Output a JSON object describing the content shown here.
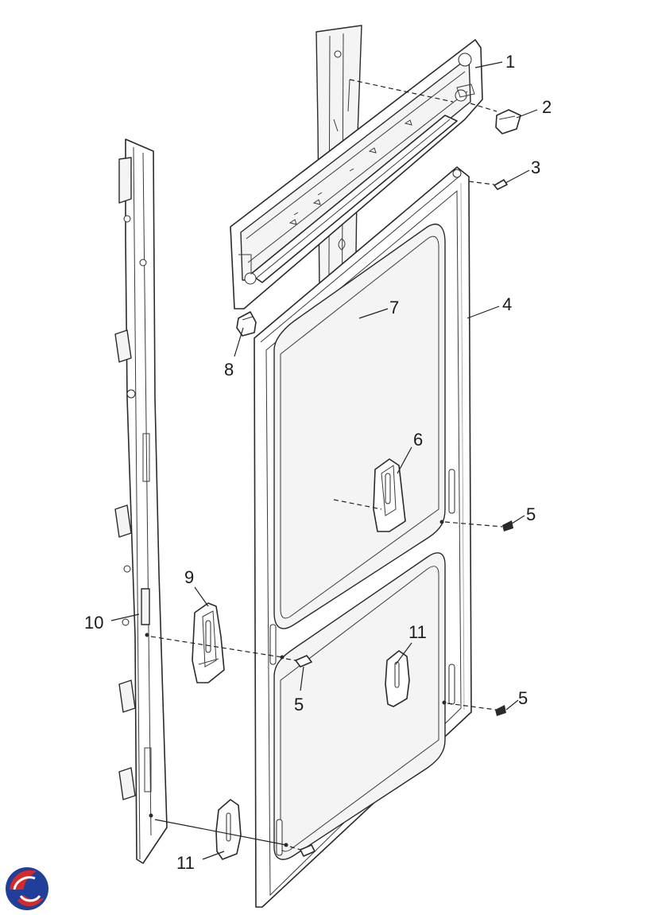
{
  "callouts": [
    {
      "id": "c1",
      "text": "1"
    },
    {
      "id": "c2",
      "text": "2"
    },
    {
      "id": "c3",
      "text": "3"
    },
    {
      "id": "c4",
      "text": "4"
    },
    {
      "id": "c5a",
      "text": "5"
    },
    {
      "id": "c5b",
      "text": "5"
    },
    {
      "id": "c5c",
      "text": "5"
    },
    {
      "id": "c6",
      "text": "6"
    },
    {
      "id": "c7",
      "text": "7"
    },
    {
      "id": "c8",
      "text": "8"
    },
    {
      "id": "c9",
      "text": "9"
    },
    {
      "id": "c10",
      "text": "10"
    },
    {
      "id": "c11a",
      "text": "11"
    },
    {
      "id": "c11b",
      "text": "11"
    }
  ],
  "logo": {
    "name": "brand-logo",
    "colors": [
      "#1f3f9a",
      "#d42a2a"
    ]
  }
}
